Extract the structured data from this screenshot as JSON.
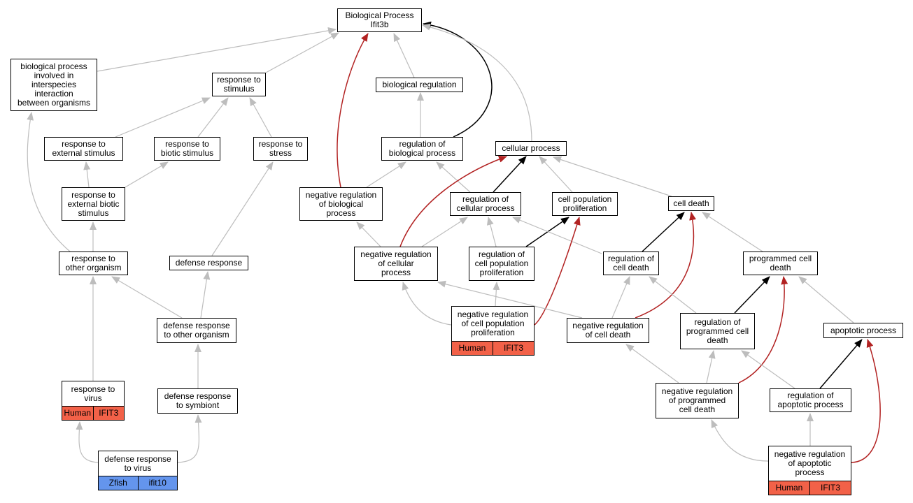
{
  "colors": {
    "gray": "#bdbdbd",
    "black": "#000000",
    "red": "#b22222",
    "human": "#f26148",
    "zfish": "#6495ed"
  },
  "nodes": {
    "root": {
      "label": "Biological Process\nIfit3b"
    },
    "interspecies": {
      "label": "biological process\ninvolved in\ninterspecies\ninteraction\nbetween organisms"
    },
    "resp_stimulus": {
      "label": "response to\nstimulus"
    },
    "bio_reg": {
      "label": "biological regulation"
    },
    "resp_ext": {
      "label": "response to\nexternal stimulus"
    },
    "resp_biotic": {
      "label": "response to\nbiotic stimulus"
    },
    "resp_stress": {
      "label": "response to\nstress"
    },
    "reg_bio": {
      "label": "regulation of\nbiological process"
    },
    "cell_proc": {
      "label": "cellular process"
    },
    "resp_ext_biotic": {
      "label": "response to\nexternal biotic\nstimulus"
    },
    "neg_reg_bio": {
      "label": "negative regulation\nof biological\nprocess"
    },
    "reg_cell": {
      "label": "regulation of\ncellular process"
    },
    "cell_prolif": {
      "label": "cell population\nproliferation"
    },
    "cell_death": {
      "label": "cell death"
    },
    "resp_other": {
      "label": "response to\nother organism"
    },
    "defense": {
      "label": "defense response"
    },
    "neg_reg_cell": {
      "label": "negative regulation\nof cellular\nprocess"
    },
    "reg_prolif": {
      "label": "regulation of\ncell population\nproliferation"
    },
    "reg_death": {
      "label": "regulation of\ncell death"
    },
    "pcd": {
      "label": "programmed cell\ndeath"
    },
    "neg_reg_prolif": {
      "label": "negative regulation\nof cell population\nproliferation",
      "anno": [
        "Human",
        "IFIT3"
      ]
    },
    "def_other": {
      "label": "defense response\nto other organism"
    },
    "neg_reg_death": {
      "label": "negative regulation\nof cell death"
    },
    "reg_pcd": {
      "label": "regulation of\nprogrammed cell\ndeath"
    },
    "apoptotic": {
      "label": "apoptotic process"
    },
    "resp_virus": {
      "label": "response to\nvirus",
      "anno": [
        "Human",
        "IFIT3"
      ]
    },
    "def_symbiont": {
      "label": "defense response\nto symbiont"
    },
    "neg_reg_pcd": {
      "label": "negative regulation\nof programmed\ncell death"
    },
    "reg_apop": {
      "label": "regulation of\napoptotic process"
    },
    "def_virus": {
      "label": "defense response\nto virus",
      "anno": [
        "Zfish",
        "ifit10"
      ],
      "anno_color": "zfish"
    },
    "neg_reg_apop": {
      "label": "negative regulation\nof apoptotic\nprocess",
      "anno": [
        "Human",
        "IFIT3"
      ]
    }
  },
  "edges": [
    {
      "from": "interspecies",
      "to": "root",
      "color": "gray"
    },
    {
      "from": "resp_stimulus",
      "to": "root",
      "color": "gray"
    },
    {
      "from": "bio_reg",
      "to": "root",
      "color": "gray"
    },
    {
      "from": "reg_bio",
      "to": "root",
      "color": "black"
    },
    {
      "from": "neg_reg_bio",
      "to": "root",
      "color": "red"
    },
    {
      "from": "cell_proc",
      "to": "root",
      "color": "gray"
    },
    {
      "from": "resp_ext",
      "to": "resp_stimulus",
      "color": "gray"
    },
    {
      "from": "resp_biotic",
      "to": "resp_stimulus",
      "color": "gray"
    },
    {
      "from": "resp_stress",
      "to": "resp_stimulus",
      "color": "gray"
    },
    {
      "from": "reg_bio",
      "to": "bio_reg",
      "color": "gray"
    },
    {
      "from": "resp_ext_biotic",
      "to": "resp_ext",
      "color": "gray"
    },
    {
      "from": "resp_ext_biotic",
      "to": "resp_biotic",
      "color": "gray"
    },
    {
      "from": "neg_reg_bio",
      "to": "reg_bio",
      "color": "gray"
    },
    {
      "from": "reg_cell",
      "to": "reg_bio",
      "color": "gray"
    },
    {
      "from": "reg_cell",
      "to": "cell_proc",
      "color": "black"
    },
    {
      "from": "cell_prolif",
      "to": "cell_proc",
      "color": "gray"
    },
    {
      "from": "cell_death",
      "to": "cell_proc",
      "color": "gray"
    },
    {
      "from": "neg_reg_cell",
      "to": "cell_proc",
      "color": "red"
    },
    {
      "from": "resp_other",
      "to": "resp_ext_biotic",
      "color": "gray"
    },
    {
      "from": "resp_other",
      "to": "interspecies",
      "color": "gray"
    },
    {
      "from": "defense",
      "to": "resp_stress",
      "color": "gray"
    },
    {
      "from": "neg_reg_cell",
      "to": "neg_reg_bio",
      "color": "gray"
    },
    {
      "from": "neg_reg_cell",
      "to": "reg_cell",
      "color": "gray"
    },
    {
      "from": "reg_prolif",
      "to": "reg_cell",
      "color": "gray"
    },
    {
      "from": "reg_prolif",
      "to": "cell_prolif",
      "color": "black"
    },
    {
      "from": "reg_death",
      "to": "reg_cell",
      "color": "gray"
    },
    {
      "from": "reg_death",
      "to": "cell_death",
      "color": "black"
    },
    {
      "from": "pcd",
      "to": "cell_death",
      "color": "gray"
    },
    {
      "from": "neg_reg_prolif",
      "to": "neg_reg_cell",
      "color": "gray"
    },
    {
      "from": "neg_reg_prolif",
      "to": "reg_prolif",
      "color": "gray"
    },
    {
      "from": "neg_reg_prolif",
      "to": "cell_prolif",
      "color": "red"
    },
    {
      "from": "def_other",
      "to": "resp_other",
      "color": "gray"
    },
    {
      "from": "def_other",
      "to": "defense",
      "color": "gray"
    },
    {
      "from": "neg_reg_death",
      "to": "neg_reg_cell",
      "color": "gray"
    },
    {
      "from": "neg_reg_death",
      "to": "reg_death",
      "color": "gray"
    },
    {
      "from": "neg_reg_death",
      "to": "cell_death",
      "color": "red"
    },
    {
      "from": "reg_pcd",
      "to": "reg_death",
      "color": "gray"
    },
    {
      "from": "reg_pcd",
      "to": "pcd",
      "color": "black"
    },
    {
      "from": "apoptotic",
      "to": "pcd",
      "color": "gray"
    },
    {
      "from": "resp_virus",
      "to": "resp_other",
      "color": "gray"
    },
    {
      "from": "def_symbiont",
      "to": "def_other",
      "color": "gray"
    },
    {
      "from": "neg_reg_pcd",
      "to": "neg_reg_death",
      "color": "gray"
    },
    {
      "from": "neg_reg_pcd",
      "to": "reg_pcd",
      "color": "gray"
    },
    {
      "from": "neg_reg_pcd",
      "to": "pcd",
      "color": "red"
    },
    {
      "from": "reg_apop",
      "to": "reg_pcd",
      "color": "gray"
    },
    {
      "from": "reg_apop",
      "to": "apoptotic",
      "color": "black"
    },
    {
      "from": "def_virus",
      "to": "resp_virus",
      "color": "gray"
    },
    {
      "from": "def_virus",
      "to": "def_symbiont",
      "color": "gray"
    },
    {
      "from": "neg_reg_apop",
      "to": "neg_reg_pcd",
      "color": "gray"
    },
    {
      "from": "neg_reg_apop",
      "to": "reg_apop",
      "color": "gray"
    },
    {
      "from": "neg_reg_apop",
      "to": "apoptotic",
      "color": "red"
    }
  ]
}
